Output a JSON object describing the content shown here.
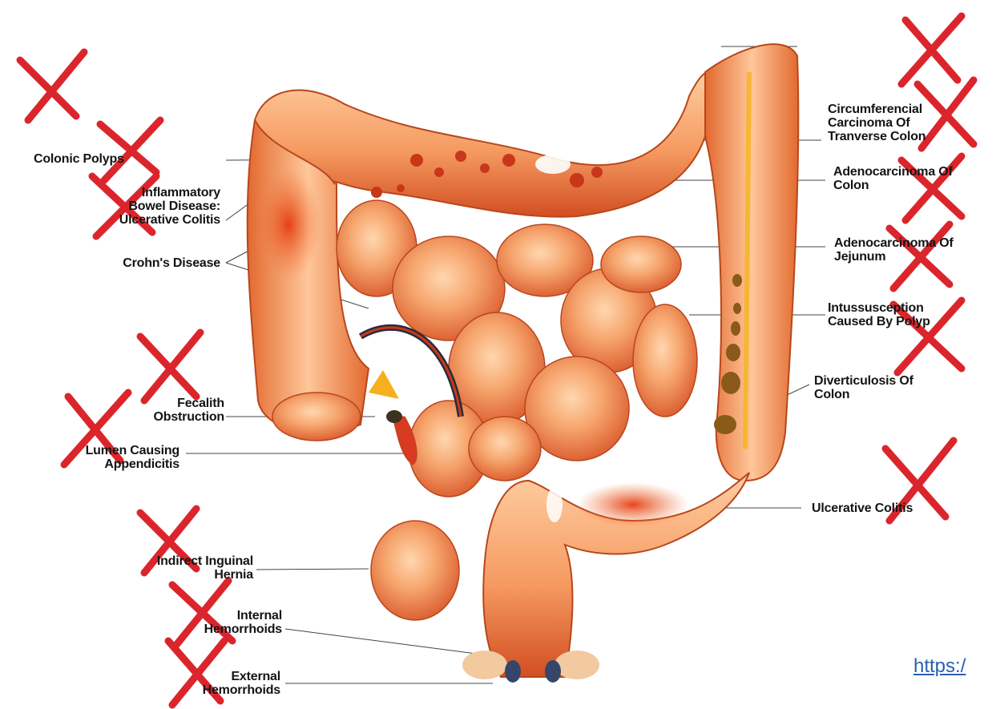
{
  "labels": {
    "colonic_polyps": "Colonic Polyps",
    "ibd": "Inflammatory\nBowel Disease:\nUlcerative Colitis",
    "crohns": "Crohn's Disease",
    "fecalith": "Fecalith\nObstruction",
    "appendicitis": "Lumen Causing\nAppendicitis",
    "hernia": "Indirect Inguinal\nHernia",
    "internal_hemorrhoids": "Internal\nHemorrhoids",
    "external_hemorrhoids": "External\nHemorrhoids",
    "circumferential": "Circumferencial\nCarcinoma Of\nTranverse Colon",
    "adeno_colon": "Adenocarcinoma Of\nColon",
    "adeno_jejunum": "Adenocarcinoma Of\nJejunum",
    "intussusception": "Intussusception\nCaused By Polyp",
    "diverticulosis": "Diverticulosis Of\nColon",
    "ulcerative_colitis": "Ulcerative Colitis"
  },
  "link": {
    "text": "https:/"
  },
  "colors": {
    "cross": "#d8131b",
    "tissue_light": "#f6a56d",
    "tissue_dark": "#d2451c",
    "leader_line": "#444444",
    "link": "#2a5fb0"
  }
}
